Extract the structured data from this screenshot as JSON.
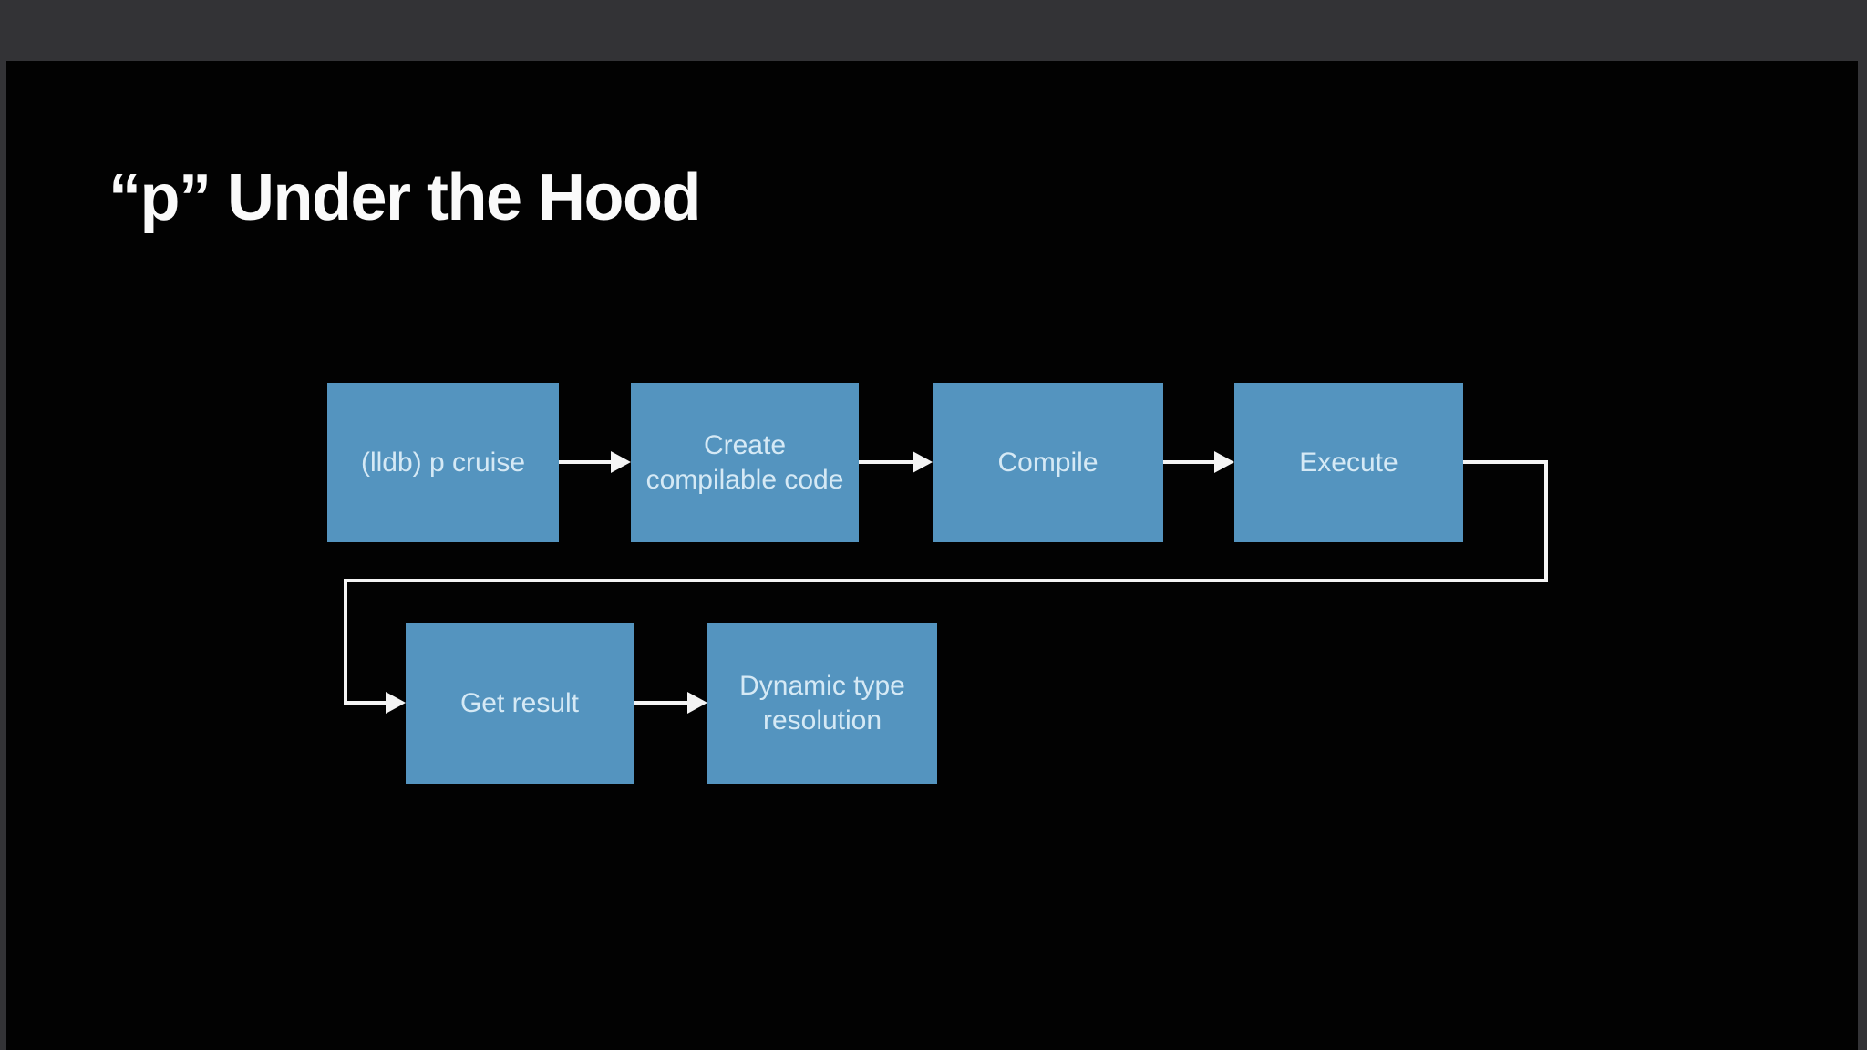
{
  "slide": {
    "title": "“p” Under the Hood"
  },
  "diagram": {
    "nodes": [
      {
        "id": "lldb-command",
        "label": "(lldb) p cruise"
      },
      {
        "id": "create-code",
        "label": "Create\ncompilable code"
      },
      {
        "id": "compile",
        "label": "Compile"
      },
      {
        "id": "execute",
        "label": "Execute"
      },
      {
        "id": "get-result",
        "label": "Get result"
      },
      {
        "id": "dynamic-type",
        "label": "Dynamic type\nresolution"
      }
    ],
    "connections": [
      {
        "from": "(lldb) p cruise",
        "to": "Create compilable code"
      },
      {
        "from": "Create compilable code",
        "to": "Compile"
      },
      {
        "from": "Compile",
        "to": "Execute"
      },
      {
        "from": "Execute",
        "to": "Get result"
      },
      {
        "from": "Get result",
        "to": "Dynamic type resolution"
      }
    ]
  },
  "colors": {
    "frame": "#333336",
    "slide-bg": "#020202",
    "node-fill": "#5494BF",
    "node-text": "#D5E9F5",
    "line": "#F4F4F4",
    "title-color": "#FAFAFA"
  }
}
